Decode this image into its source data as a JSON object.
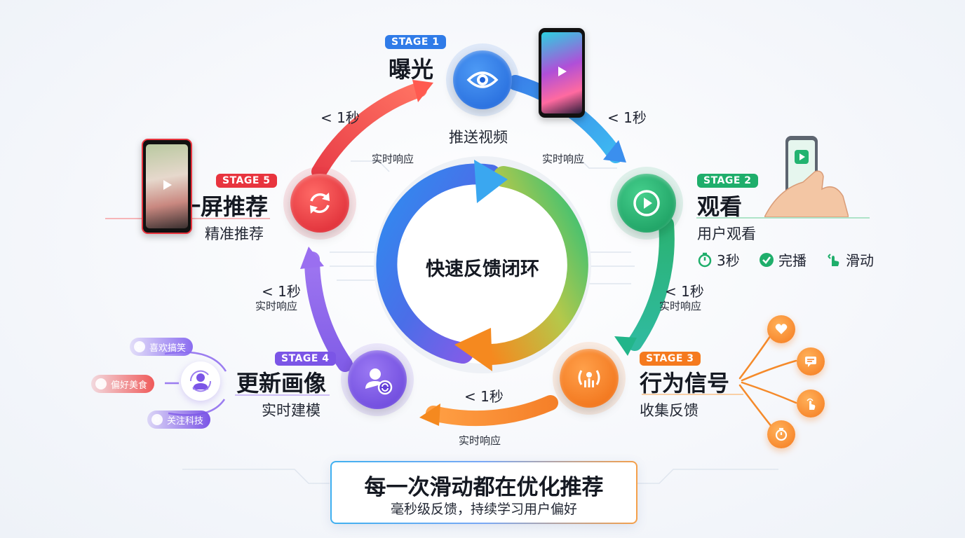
{
  "center": {
    "title": "快速反馈闭环"
  },
  "stages": {
    "s1": {
      "badge": "STAGE 1",
      "title": "曝光",
      "sub": "推送视频",
      "color": "#2f7be8"
    },
    "s2": {
      "badge": "STAGE 2",
      "title": "观看",
      "sub": "用户观看",
      "color": "#1fae6b"
    },
    "s3": {
      "badge": "STAGE 3",
      "title": "行为信号",
      "sub": "收集反馈",
      "color": "#f57a1e"
    },
    "s4": {
      "badge": "STAGE 4",
      "title": "更新画像",
      "sub": "实时建模",
      "color": "#7b55e6"
    },
    "s5": {
      "badge": "STAGE 5",
      "title": "下一屏推荐",
      "sub": "精准推荐",
      "color": "#e8343e"
    }
  },
  "timing": {
    "t1": "< 1秒",
    "r1": "实时响应",
    "t2": "< 1秒",
    "r2": "实时响应",
    "t3": "< 1秒",
    "r3": "实时响应",
    "t4": "< 1秒",
    "r4": "实时响应",
    "t5": "< 1秒",
    "r5": "实时响应"
  },
  "metrics": {
    "m1": "3秒",
    "m2": "完播",
    "m3": "滑动"
  },
  "interests": {
    "i1": "喜欢搞笑",
    "i2": "偏好美食",
    "i3": "关注科技"
  },
  "banner": {
    "title": "每一次滑动都在优化推荐",
    "sub": "毫秒级反馈，持续学习用户偏好"
  },
  "icons": [
    "eye-icon",
    "play-icon",
    "signal-icon",
    "user-refresh-icon",
    "refresh-icon",
    "heart-icon",
    "comment-icon",
    "tap-icon",
    "timer-icon",
    "check-icon",
    "swipe-icon"
  ]
}
